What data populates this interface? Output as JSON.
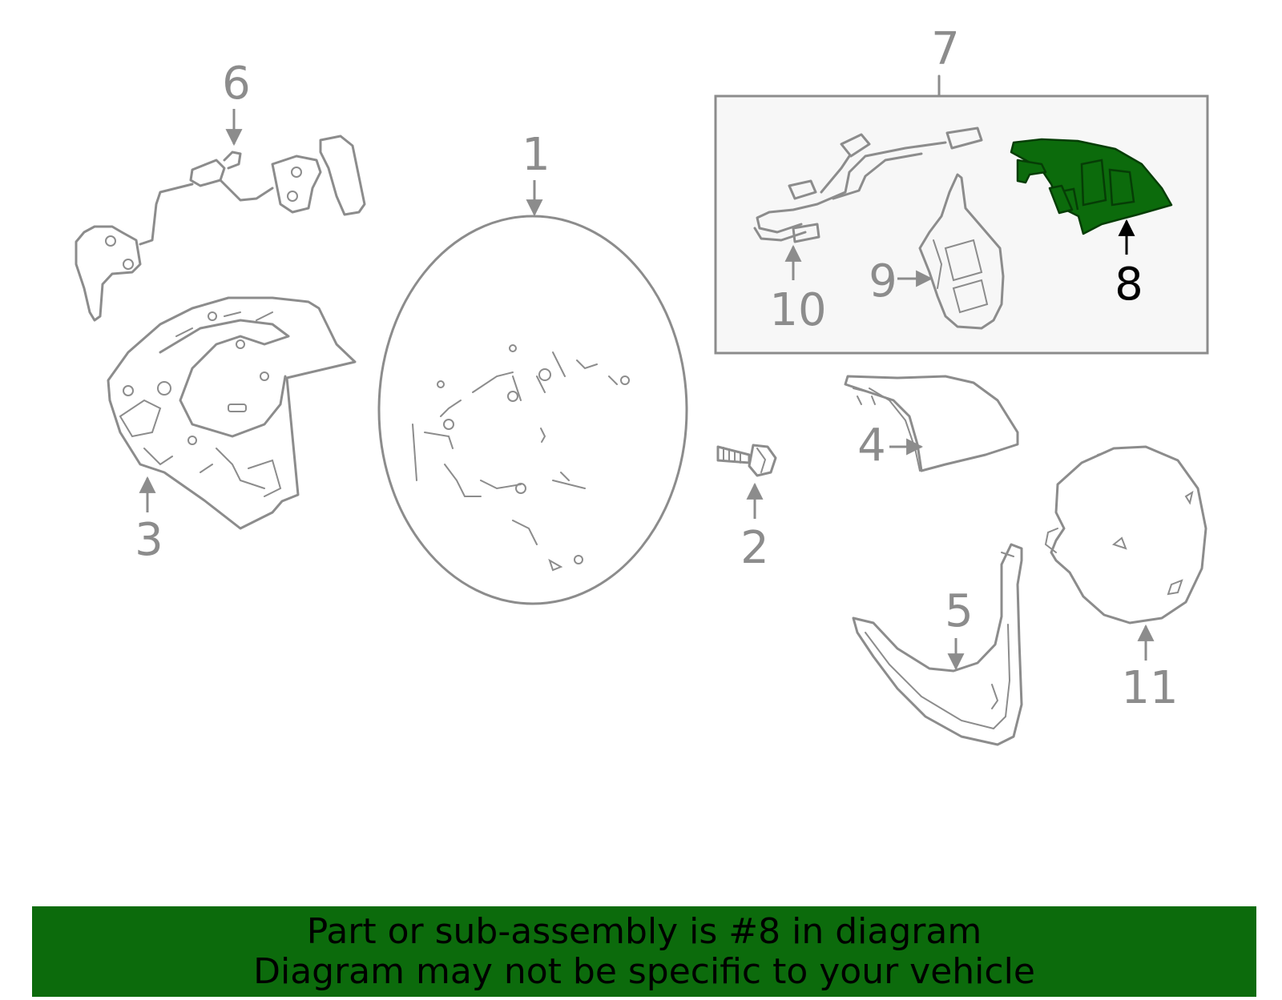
{
  "callouts": {
    "c1": "1",
    "c2": "2",
    "c3": "3",
    "c4": "4",
    "c5": "5",
    "c6": "6",
    "c7": "7",
    "c8": "8",
    "c9": "9",
    "c10": "10",
    "c11": "11"
  },
  "highlighted_part": "8",
  "colors": {
    "highlight": "#0c6b0c",
    "line": "#8c8c8c",
    "banner": "#0c6b0c"
  },
  "banner": {
    "line1": "Part or sub-assembly is #8 in diagram",
    "line2": "Diagram may not be specific to your vehicle"
  }
}
